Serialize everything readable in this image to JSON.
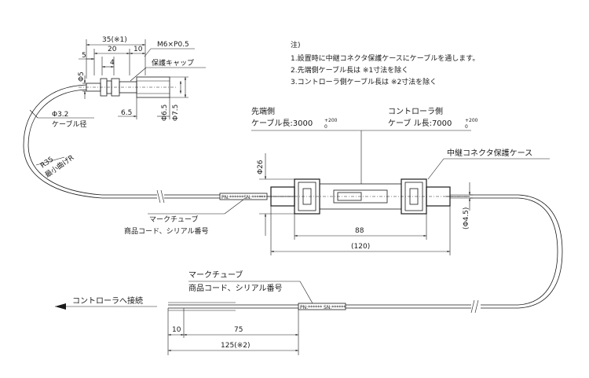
{
  "notes": {
    "heading": "注)",
    "items": [
      "1.設置時に中継コネクタ保護ケースにケーブルを通します。",
      "2.先端側ケーブル長は ※1寸法を除く",
      "3.コントローラ側ケーブル長は ※2寸法を除く"
    ]
  },
  "sensor": {
    "dim_35": "35(※1)",
    "dim_thread": "M6×P0.5",
    "dim_20": "20",
    "dim_10": "10",
    "dim_5": "5",
    "dim_4": "4",
    "dim_phi5": "Φ5",
    "dim_6_5": "6.5",
    "dim_phi6_5": "Φ6.5",
    "dim_phi7_5": "Φ7.5",
    "cap_label": "保護キャップ"
  },
  "cable": {
    "phi_3_2": "Φ3.2",
    "diameter_label": "ケーブル径",
    "r35": "R35",
    "min_bend": "最小曲げR"
  },
  "connector": {
    "tip_side_title": "先端側",
    "tip_side_len_label": "ケーブル長:3000",
    "tip_side_tol_plus": "+200",
    "tip_side_tol_zero": "0",
    "ctrl_side_title": "コントローラ側",
    "ctrl_side_len_label": "ケーブ ル長:7000",
    "ctrl_side_tol_plus": "+200",
    "ctrl_side_tol_zero": "0",
    "case_label": "中継コネクタ保護ケース",
    "dim_phi26": "Φ26",
    "dim_phi4_5": "(Φ4.5)",
    "dim_88": "88",
    "dim_120": "(120)",
    "marking_pn_sn": "PN:******SN:******"
  },
  "mark_tube_upper": {
    "title": "マークチューブ",
    "subtitle": "商品コード、シリアル番号"
  },
  "mark_tube_lower": {
    "title": "マークチューブ",
    "subtitle": "商品コード、シリアル番号",
    "marking": "PN:****** SN:******"
  },
  "controller_end": {
    "label": "コントローラへ接続",
    "dim_10": "10",
    "dim_75": "75",
    "dim_125": "125(※2)"
  }
}
